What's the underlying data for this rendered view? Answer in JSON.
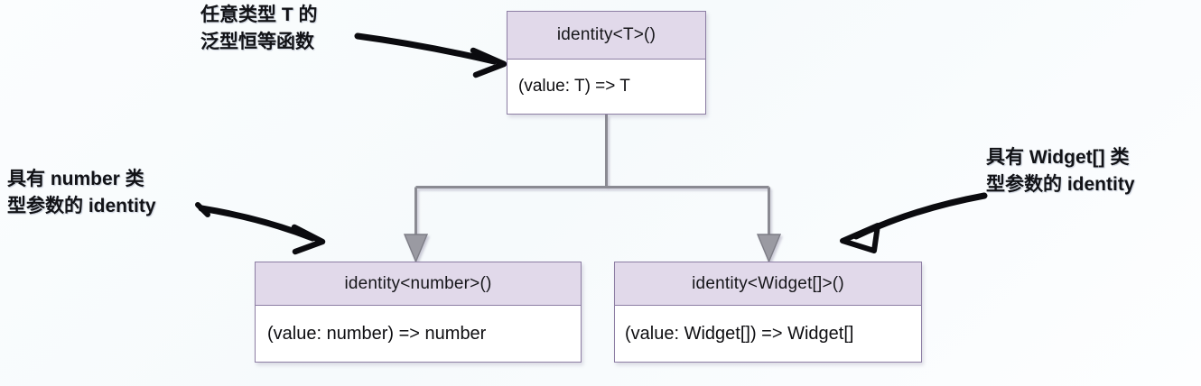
{
  "diagram": {
    "title": "TypeScript generic identity function instantiation diagram",
    "background_color": "#f8fbfd",
    "box_header_color": "#e1d9ea",
    "box_border_color": "#8d7ea4",
    "connector_color": "#8a8a92",
    "annotation_color": "#121317"
  },
  "boxes": {
    "root": {
      "header": "identity<T>()",
      "body": "(value: T) => T"
    },
    "number": {
      "header": "identity<number>()",
      "body": "(value: number) => number"
    },
    "widget": {
      "header": "identity<Widget[]>()",
      "body": "(value: Widget[]) => Widget[]"
    }
  },
  "annotations": {
    "root_note": "任意类型 T 的\n泛型恒等函数",
    "number_note": "具有 number 类\n型参数的 identity",
    "widget_note": "具有 Widget[] 类\n型参数的 identity"
  }
}
